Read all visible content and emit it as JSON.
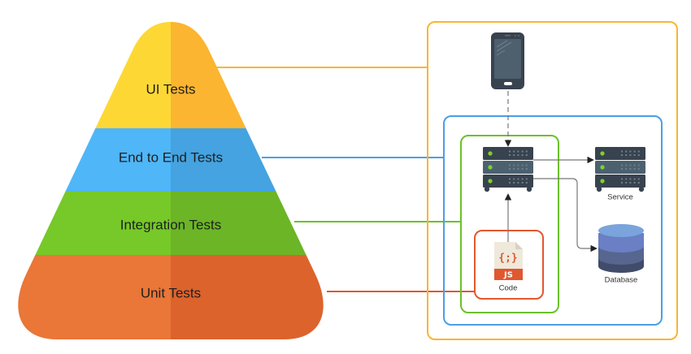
{
  "diagram": {
    "title": "Test Pyramid",
    "pyramid": {
      "layers": [
        {
          "id": "ui",
          "label": "UI Tests",
          "color_left": "#fdd835",
          "color_right": "#fbb530",
          "scope": "outer-system"
        },
        {
          "id": "e2e",
          "label": "End to End Tests",
          "color_left": "#4fb6f8",
          "color_right": "#44a3e0",
          "scope": "backend-system"
        },
        {
          "id": "integration",
          "label": "Integration Tests",
          "color_left": "#76c928",
          "color_right": "#6bb526",
          "scope": "app-server"
        },
        {
          "id": "unit",
          "label": "Unit Tests",
          "color_left": "#ea7637",
          "color_right": "#dc632c",
          "scope": "code"
        }
      ]
    },
    "scopes": [
      {
        "id": "outer-system",
        "color": "#fbb530"
      },
      {
        "id": "backend-system",
        "color": "#4a9fe8"
      },
      {
        "id": "app-server",
        "color": "#6cc12a"
      },
      {
        "id": "code",
        "color": "#e0582f"
      }
    ],
    "nodes": {
      "phone": {
        "label": ""
      },
      "app_server": {
        "label": ""
      },
      "service": {
        "label": "Service"
      },
      "database": {
        "label": "Database"
      },
      "code": {
        "label": "Code",
        "file_badge": "JS",
        "file_glyph": "{;}"
      }
    },
    "edges": [
      {
        "from": "phone",
        "to": "app_server",
        "style": "dashed"
      },
      {
        "from": "code",
        "to": "app_server",
        "style": "solid"
      },
      {
        "from": "app_server",
        "to": "service",
        "style": "solid"
      },
      {
        "from": "app_server",
        "to": "database",
        "style": "solid"
      }
    ],
    "colors": {
      "device_dark": "#38434f",
      "device_screen": "#4e5f6e",
      "server_light": "#4c6170",
      "led": "#7ed321",
      "edge": "#555555",
      "db_top": "#7aa4db",
      "db_band1": "#6a7fc4",
      "db_band2": "#56668f",
      "db_band3": "#414b6a",
      "file_bg": "#efe9dc",
      "file_banner": "#e0582f"
    }
  }
}
